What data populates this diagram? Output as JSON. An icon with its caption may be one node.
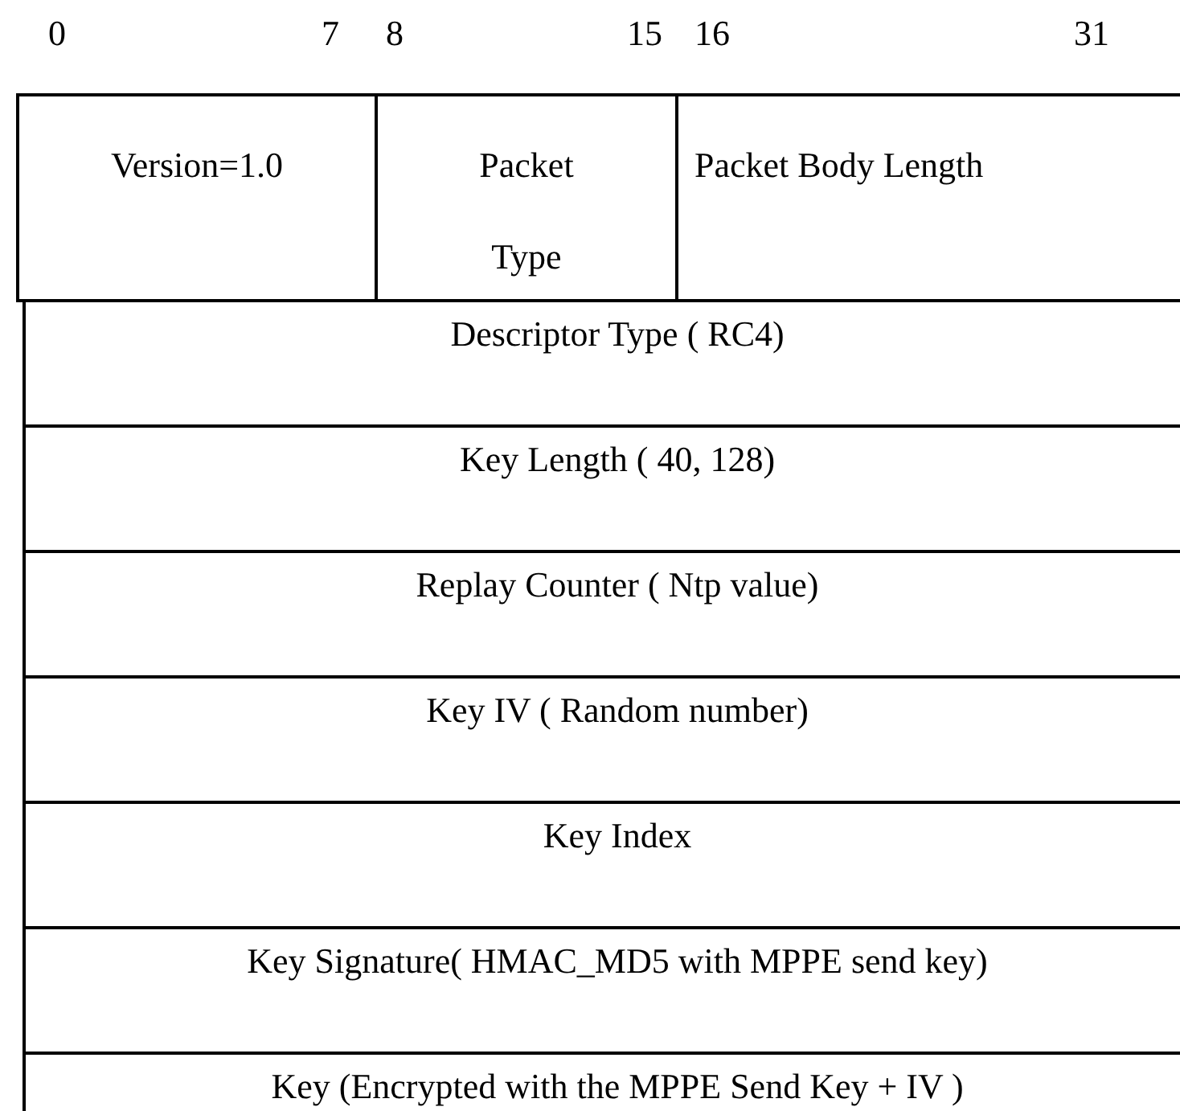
{
  "diagram": {
    "nodes": [
      {
        "text": [
          "Version=1.0"
        ]
      },
      {
        "text": [
          "Packet Type"
        ]
      },
      {
        "text": [
          "Packet Body Length"
        ]
      },
      {
        "text": [
          "Descriptor Type ( RC4)"
        ]
      },
      {
        "text": [
          "Key Length ( 40, 128)"
        ]
      },
      {
        "text": [
          "Replay Counter ( Ntp value)"
        ]
      },
      {
        "text": [
          "Key IV ( Random number)"
        ]
      },
      {
        "text": [
          "Key Index"
        ]
      },
      {
        "text": [
          "Key Signature( HMAC_MD5 with MPPE send key)"
        ]
      },
      {
        "text": [
          "Key (Encrypted with the MPPE Send Key + IV )"
        ]
      }
    ],
    "labels": [
      "0",
      "7",
      "8",
      "15",
      "16",
      "31"
    ]
  }
}
